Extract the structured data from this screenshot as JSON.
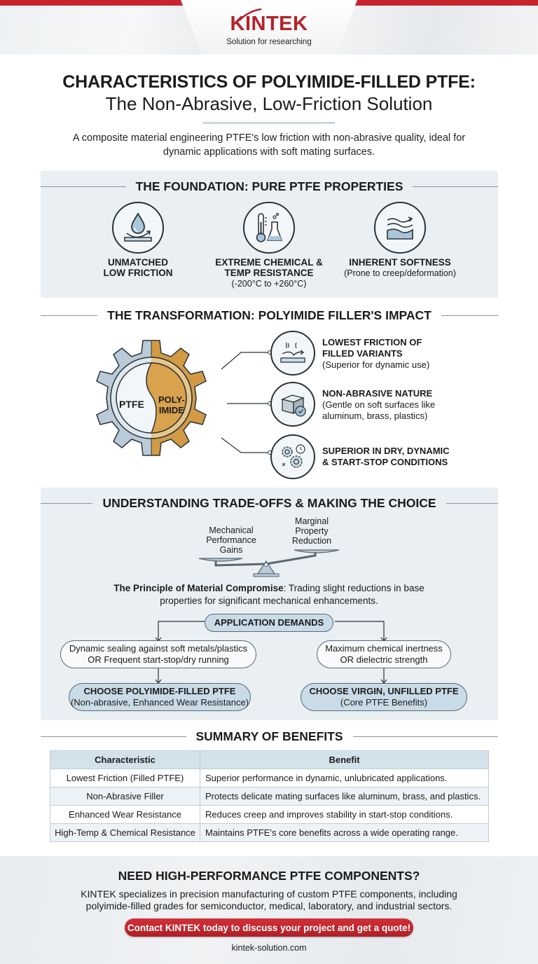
{
  "header": {
    "brand": "KINTEK",
    "tagline": "Solution for researching",
    "accent_color": "#c8232c"
  },
  "title": {
    "line1": "CHARACTERISTICS OF POLYIMIDE-FILLED PTFE:",
    "line2": "The Non-Abrasive, Low-Friction Solution",
    "intro": "A composite material engineering PTFE's low friction with non-abrasive quality, ideal for dynamic applications with soft mating surfaces."
  },
  "foundation": {
    "heading": "THE FOUNDATION: PURE PTFE PROPERTIES",
    "items": [
      {
        "icon": "water-drop-friction-icon",
        "title_l1": "UNMATCHED",
        "title_l2": "LOW FRICTION",
        "note": ""
      },
      {
        "icon": "thermometer-flask-icon",
        "title_l1": "EXTREME CHEMICAL &",
        "title_l2": "TEMP RESISTANCE",
        "note": "(-200°C to +260°C)"
      },
      {
        "icon": "soft-wave-icon",
        "title_l1": "INHERENT SOFTNESS",
        "title_l2": "",
        "note": "(Prone to creep/deformation)"
      }
    ]
  },
  "transformation": {
    "heading": "THE TRANSFORMATION: POLYIMIDE FILLER'S IMPACT",
    "gear": {
      "left_label": "PTFE",
      "right_label_l1": "POLY-",
      "right_label_l2": "IMIDE",
      "left_color": "#b9cbd8",
      "right_color": "#d29a45"
    },
    "items": [
      {
        "icon": "low-friction-surface-icon",
        "title_l1": "LOWEST FRICTION OF",
        "title_l2": "FILLED VARIANTS",
        "note_l1": "(Superior for dynamic use)",
        "note_l2": ""
      },
      {
        "icon": "cube-check-icon",
        "title_l1": "NON-ABRASIVE NATURE",
        "title_l2": "",
        "note_l1": "(Gentle on soft surfaces like",
        "note_l2": "aluminum, brass, plastics)"
      },
      {
        "icon": "gears-clock-icon",
        "title_l1": "SUPERIOR IN DRY, DYNAMIC",
        "title_l2": "& START-STOP CONDITIONS",
        "note_l1": "",
        "note_l2": ""
      }
    ]
  },
  "tradeoffs": {
    "heading": "UNDERSTANDING TRADE-OFFS & MAKING THE CHOICE",
    "scale_left": [
      "Mechanical",
      "Performance",
      "Gains"
    ],
    "scale_right": [
      "Marginal",
      "Property",
      "Reduction"
    ],
    "principle_bold": "The Principle of Material Compromise",
    "principle_rest": ": Trading slight reductions in base",
    "principle_line2": "properties for significant mechanical enhancements.",
    "flow": {
      "root": "APPLICATION DEMANDS",
      "left_condition_l1": "Dynamic sealing against soft metals/plastics",
      "left_condition_l2": "OR Frequent start-stop/dry running",
      "right_condition_l1": "Maximum chemical inertness",
      "right_condition_l2": "OR dielectric strength",
      "left_choice": "CHOOSE POLYIMIDE-FILLED PTFE",
      "left_choice_note": "(Non-abrasive, Enhanced Wear Resistance)",
      "right_choice": "CHOOSE VIRGIN, UNFILLED PTFE",
      "right_choice_note": "(Core PTFE Benefits)"
    }
  },
  "summary": {
    "heading": "SUMMARY OF BENEFITS",
    "columns": [
      "Characteristic",
      "Benefit"
    ],
    "rows": [
      [
        "Lowest Friction (Filled PTFE)",
        "Superior performance in dynamic, unlubricated applications."
      ],
      [
        "Non-Abrasive Filler",
        "Protects delicate mating surfaces like aluminum, brass, and plastics."
      ],
      [
        "Enhanced Wear Resistance",
        "Reduces creep and improves stability in start-stop conditions."
      ],
      [
        "High-Temp & Chemical Resistance",
        "Maintains PTFE's core benefits across a wide operating range."
      ]
    ]
  },
  "footer": {
    "title": "NEED HIGH-PERFORMANCE PTFE COMPONENTS?",
    "text_l1": "KINTEK specializes in precision manufacturing of custom PTFE components, including",
    "text_l2": "polyimide-filled grades for semiconductor, medical, laboratory, and industrial sectors.",
    "cta": "Contact KINTEK today to discuss your project and get a quote!",
    "url": "kintek-solution.com"
  }
}
